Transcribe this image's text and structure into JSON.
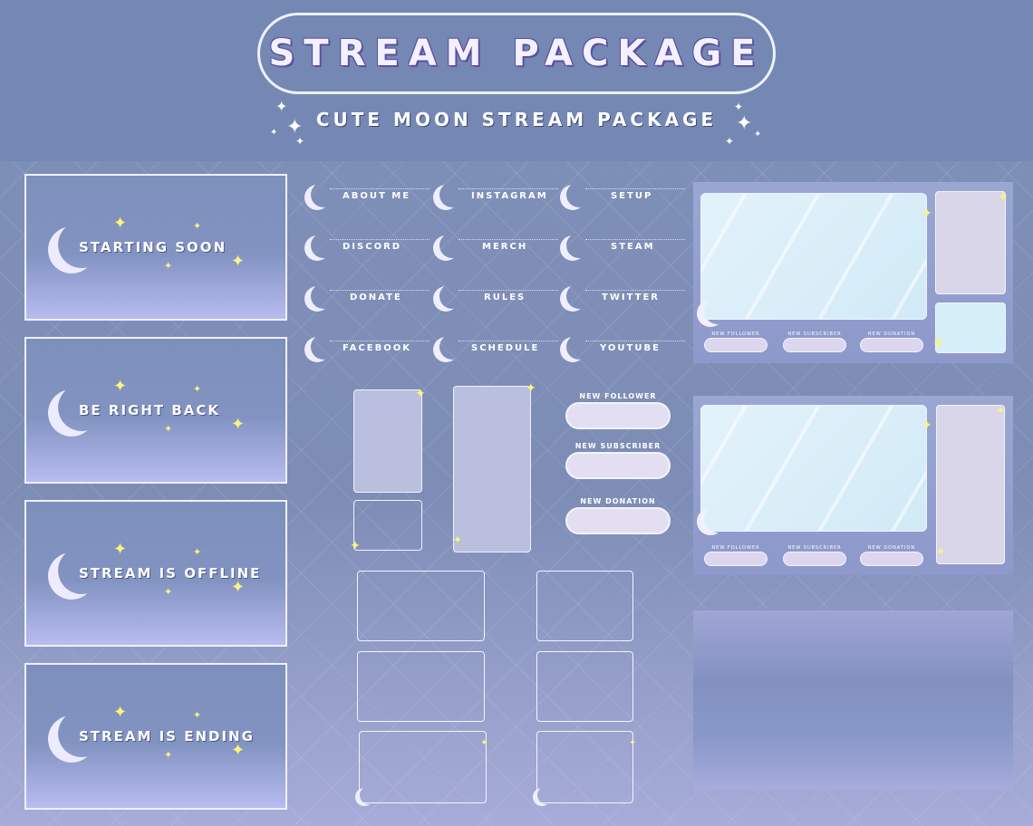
{
  "header": {
    "title": "STREAM PACKAGE",
    "subtitle": "CUTE MOON STREAM PACKAGE"
  },
  "scenes": [
    {
      "label": "STARTING SOON"
    },
    {
      "label": "BE RIGHT BACK"
    },
    {
      "label": "STREAM IS OFFLINE"
    },
    {
      "label": "STREAM IS ENDING"
    }
  ],
  "panels": [
    {
      "label": "ABOUT ME"
    },
    {
      "label": "INSTAGRAM"
    },
    {
      "label": "SETUP"
    },
    {
      "label": "DISCORD"
    },
    {
      "label": "MERCH"
    },
    {
      "label": "STEAM"
    },
    {
      "label": "DONATE"
    },
    {
      "label": "RULES"
    },
    {
      "label": "TWITTER"
    },
    {
      "label": "FACEBOOK"
    },
    {
      "label": "SCHEDULE"
    },
    {
      "label": "YOUTUBE"
    }
  ],
  "alerts": {
    "follower": "NEW FOLLOWER",
    "subscriber": "NEW SUBSCRIBER",
    "donation": "NEW DONATION"
  },
  "overlay_labels": {
    "follower": "NEW FOLLOWER",
    "subscriber": "NEW SUBSCRIBER",
    "donation": "NEW DONATION"
  },
  "colors": {
    "background": "#7f90b8",
    "accent_white": "#eef0ff",
    "sparkle_yellow": "#fff37a",
    "screen_blue": "#d6eef8",
    "pill_lilac": "#e3def2"
  }
}
